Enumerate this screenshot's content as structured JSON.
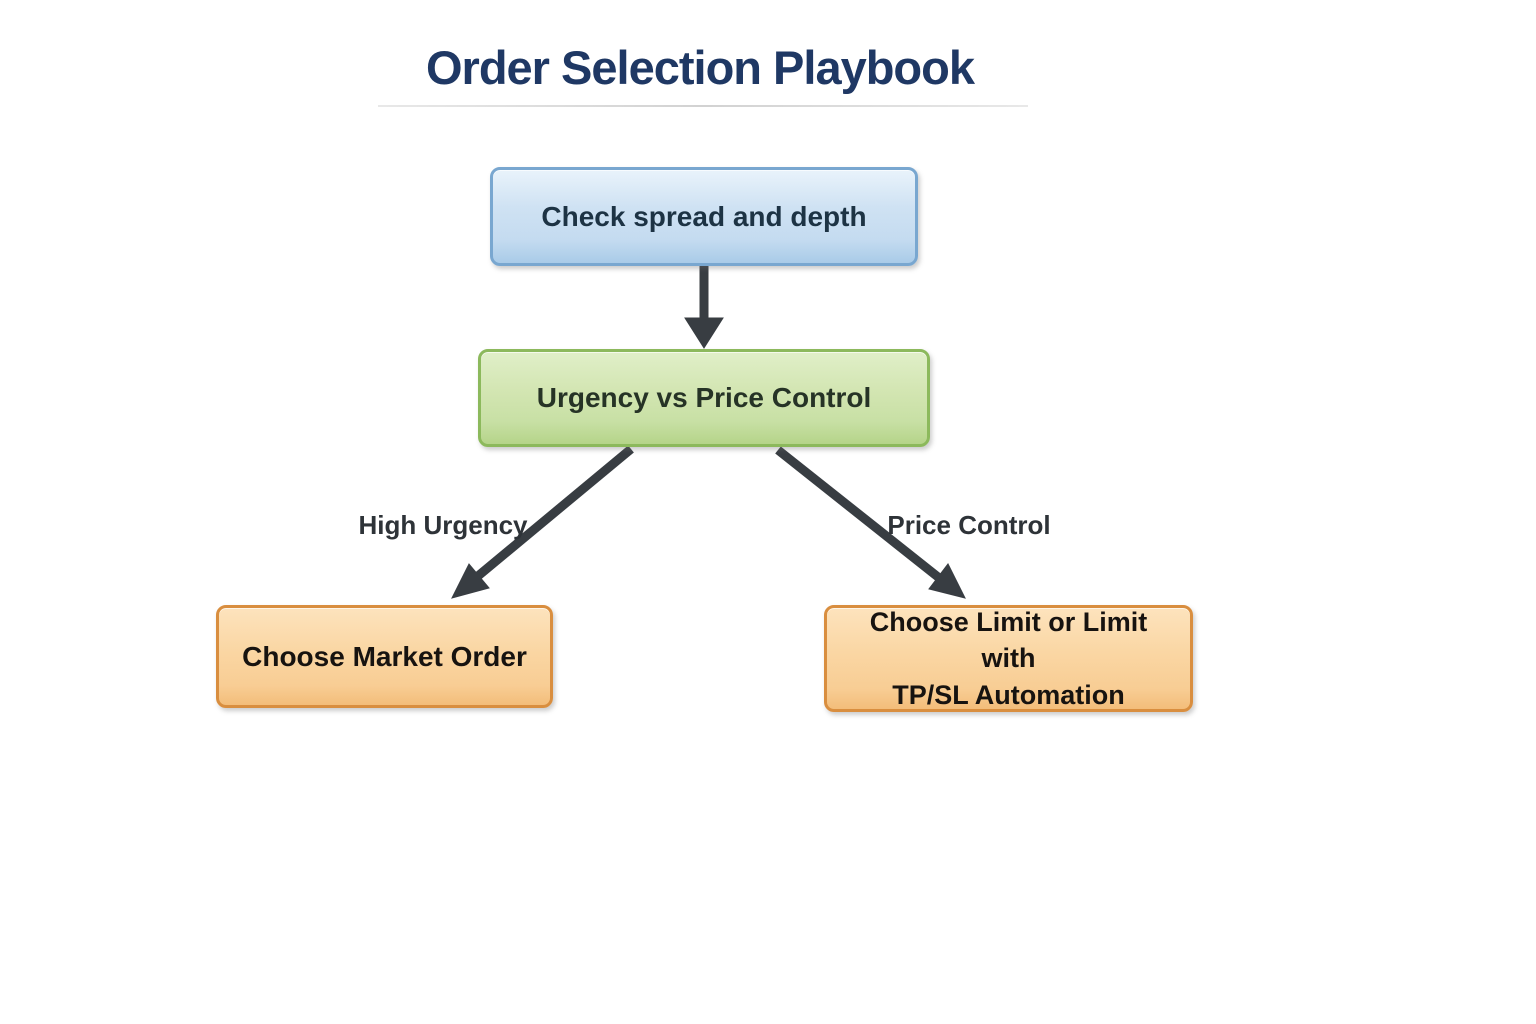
{
  "title": "Order Selection Playbook",
  "nodes": {
    "check_spread": {
      "label": "Check spread and depth"
    },
    "decision": {
      "label": "Urgency vs Price Control"
    },
    "market_order": {
      "label": "Choose Market Order"
    },
    "limit_order": {
      "label": "Choose Limit or Limit with TP/SL Automation",
      "lines": [
        "Choose Limit or Limit with",
        "TP/SL Automation"
      ]
    }
  },
  "edges": {
    "high_urgency": {
      "label": "High Urgency"
    },
    "price_control": {
      "label": "Price Control"
    }
  },
  "colors": {
    "title-color": "#1f3864",
    "arrow-color": "#383d42",
    "label-color": "#2e3338",
    "blue-border": "#79a7d0",
    "green-border": "#8cb95c",
    "orange-border": "#d98e3f",
    "blue-text": "#1d3344",
    "green-text": "#263326",
    "orange-text": "#171310"
  }
}
